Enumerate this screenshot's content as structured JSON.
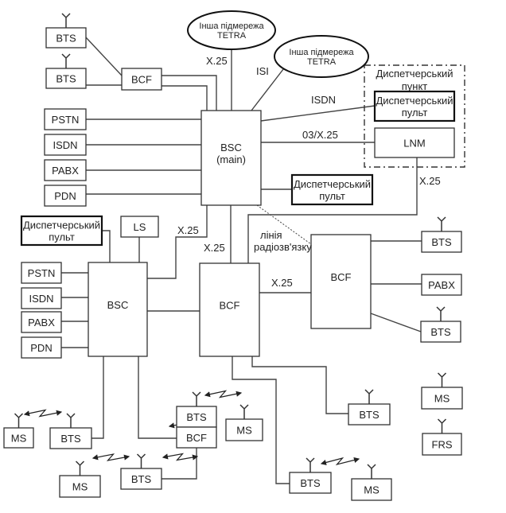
{
  "title": "TETRA network structure",
  "colors": {
    "stroke": "#333333",
    "background": "#ffffff",
    "text": "#222222"
  },
  "nodes": [
    {
      "id": "bts_tl1",
      "label": [
        "BTS"
      ],
      "antenna": true
    },
    {
      "id": "bts_tl2",
      "label": [
        "BTS"
      ],
      "antenna": true
    },
    {
      "id": "bcf_top",
      "label": [
        "BCF"
      ]
    },
    {
      "id": "pstn_1",
      "label": [
        "PSTN"
      ]
    },
    {
      "id": "isdn_1",
      "label": [
        "ISDN"
      ]
    },
    {
      "id": "pabx_1",
      "label": [
        "PABX"
      ]
    },
    {
      "id": "pdn_1",
      "label": [
        "PDN"
      ]
    },
    {
      "id": "bsc_main",
      "label": [
        "BSC",
        "(main)"
      ]
    },
    {
      "id": "tetra_1",
      "label": [
        "Інша підмережа",
        "TETRA"
      ],
      "shape": "ellipse"
    },
    {
      "id": "tetra_2",
      "label": [
        "Інша підмережа",
        "TETRA"
      ],
      "shape": "ellipse"
    },
    {
      "id": "disp_group",
      "label": [
        "Диспетчерський",
        "пункт"
      ],
      "shape": "group"
    },
    {
      "id": "disp_console_1",
      "label": [
        "Диспетчерський",
        "пульт"
      ],
      "thick": true
    },
    {
      "id": "lnm",
      "label": [
        "LNM"
      ]
    },
    {
      "id": "disp_console_2",
      "label": [
        "Диспетчерський",
        "пульт"
      ],
      "thick": true
    },
    {
      "id": "disp_console_3",
      "label": [
        "Диспетчерський",
        "пульт"
      ],
      "thick": true
    },
    {
      "id": "ls",
      "label": [
        "LS"
      ]
    },
    {
      "id": "pstn_2",
      "label": [
        "PSTN"
      ]
    },
    {
      "id": "isdn_2",
      "label": [
        "ISDN"
      ]
    },
    {
      "id": "pabx_2",
      "label": [
        "PABX"
      ]
    },
    {
      "id": "pdn_2",
      "label": [
        "PDN"
      ]
    },
    {
      "id": "bsc",
      "label": [
        "BSC"
      ]
    },
    {
      "id": "bcf_mid",
      "label": [
        "BCF"
      ]
    },
    {
      "id": "bcf_right",
      "label": [
        "BCF"
      ]
    },
    {
      "id": "bts_r1",
      "label": [
        "BTS"
      ],
      "antenna": true
    },
    {
      "id": "pabx_r",
      "label": [
        "PABX"
      ]
    },
    {
      "id": "bts_r2",
      "label": [
        "BTS"
      ],
      "antenna": true
    },
    {
      "id": "bts_bcf_combo_bts",
      "label": [
        "BTS"
      ],
      "antenna": true
    },
    {
      "id": "bts_bcf_combo_bcf",
      "label": [
        "BCF"
      ]
    },
    {
      "id": "ms_1",
      "label": [
        "MS"
      ],
      "antenna": true
    },
    {
      "id": "bts_b1",
      "label": [
        "BTS"
      ],
      "antenna": true
    },
    {
      "id": "ms_2",
      "label": [
        "MS"
      ],
      "antenna": true
    },
    {
      "id": "bts_b2",
      "label": [
        "BTS"
      ],
      "antenna": true
    },
    {
      "id": "ms_3",
      "label": [
        "MS"
      ],
      "antenna": true
    },
    {
      "id": "bts_b3",
      "label": [
        "BTS"
      ],
      "antenna": true
    },
    {
      "id": "ms_4",
      "label": [
        "MS"
      ],
      "antenna": true
    },
    {
      "id": "frs",
      "label": [
        "FRS"
      ],
      "antenna": true
    },
    {
      "id": "bts_b4",
      "label": [
        "BTS"
      ],
      "antenna": true
    },
    {
      "id": "ms_5",
      "label": [
        "MS"
      ],
      "antenna": true
    }
  ],
  "link_labels": {
    "x25_tetra": "X.25",
    "isi": "ISI",
    "isdn_disp": "ISDN",
    "o3_x25": "03/X.25",
    "x25_lnm": "X.25",
    "x25_bsc_main": "X.25",
    "x25_bsc": "X.25",
    "x25_bcf": "X.25",
    "radio_line": [
      "лінія",
      "радіозв'язку"
    ]
  }
}
